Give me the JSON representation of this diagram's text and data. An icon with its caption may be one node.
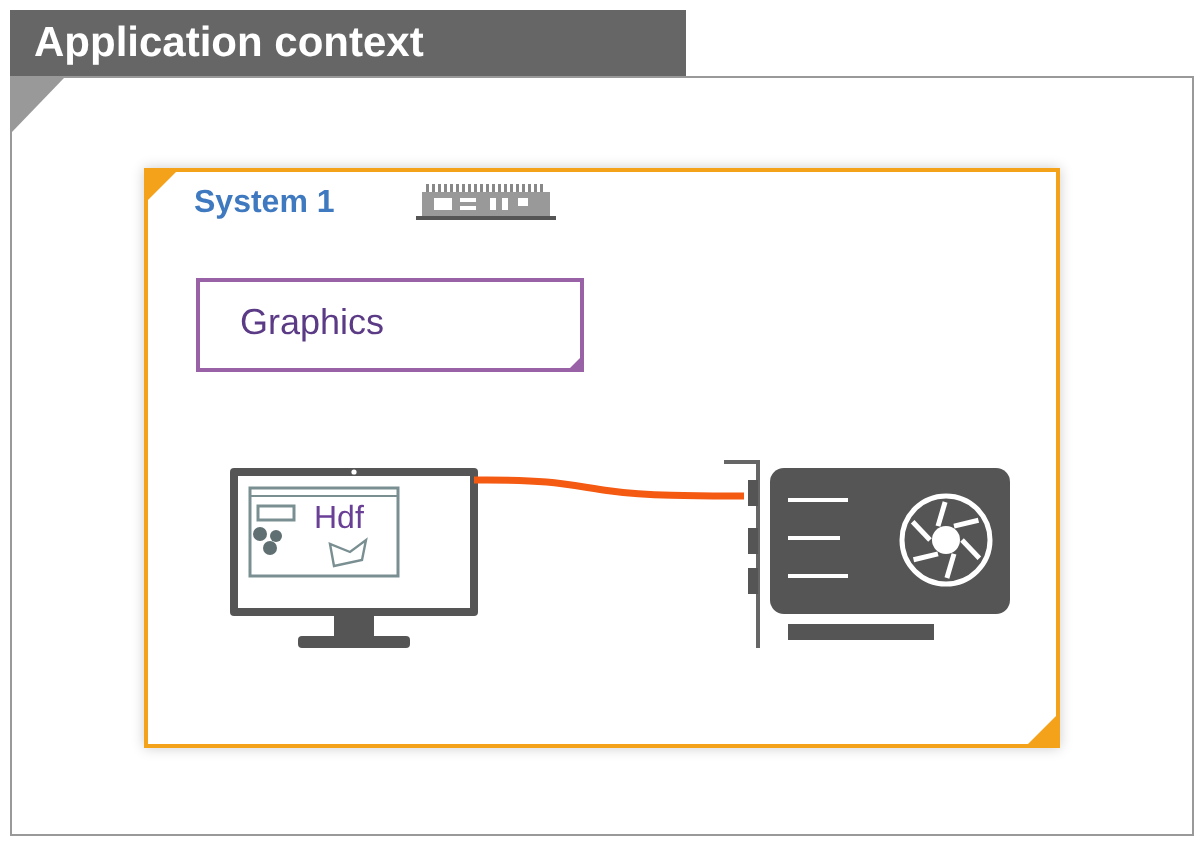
{
  "diagram": {
    "title": "Application context",
    "nodes": [
      {
        "text": [
          "System 1"
        ]
      },
      {
        "text": [
          "Graphics"
        ],
        "in": 0
      },
      {
        "text": [
          "Hdf"
        ],
        "in": 0
      },
      {
        "text": [],
        "shape": "picture",
        "in": 0
      }
    ],
    "edges": [
      {
        "from": 2,
        "to": 3,
        "arrow": "none"
      }
    ]
  }
}
